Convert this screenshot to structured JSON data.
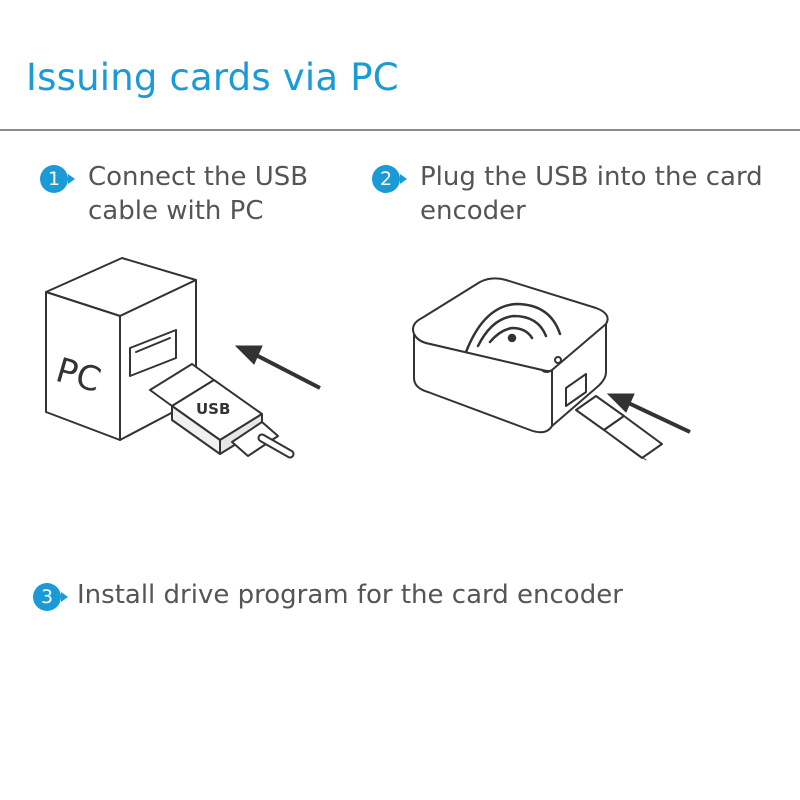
{
  "title": "Issuing cards via PC",
  "steps": [
    {
      "number": "1",
      "text": "Connect the USB\ncable with PC"
    },
    {
      "number": "2",
      "text": "Plug the USB into the card\nencoder"
    },
    {
      "number": "3",
      "text": "Install drive program for the card encoder"
    }
  ],
  "illustration1": {
    "pc_label": "PC",
    "usb_label": "USB"
  },
  "colors": {
    "accent": "#1a9ad6",
    "text": "#555555",
    "line": "#333333"
  }
}
